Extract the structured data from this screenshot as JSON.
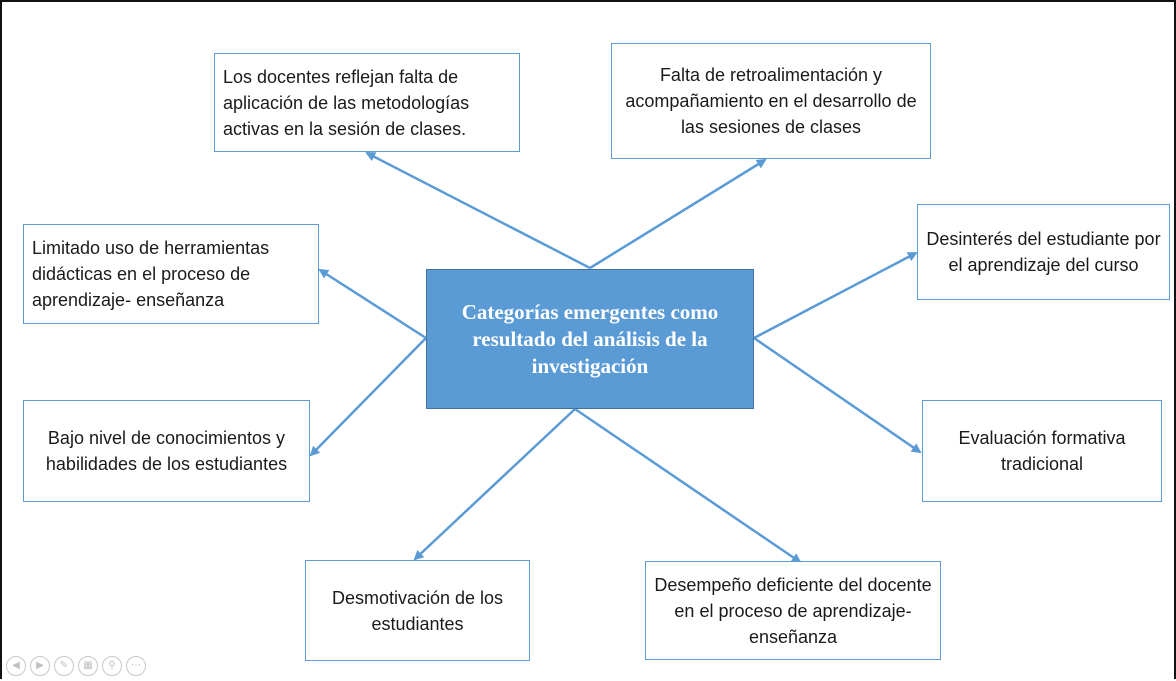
{
  "center": {
    "text": "Categorías emergentes como resultado del análisis de la investigación"
  },
  "categories": [
    {
      "id": "docentes",
      "text": "Los docentes reflejan falta de aplicación de las metodologías activas en la sesión de clases."
    },
    {
      "id": "retroalimentacion",
      "text": "Falta de retroalimentación y acompañamiento en el desarrollo de las sesiones de clases"
    },
    {
      "id": "desinteres",
      "text": "Desinterés del estudiante por el aprendizaje del curso"
    },
    {
      "id": "evaluacion",
      "text": "Evaluación formativa tradicional"
    },
    {
      "id": "desempeno",
      "text": "Desempeño deficiente del docente en el proceso de aprendizaje- enseñanza"
    },
    {
      "id": "desmotivacion",
      "text": "Desmotivación de los estudiantes"
    },
    {
      "id": "bajo-nivel",
      "text": "Bajo nivel de conocimientos y habilidades de los estudiantes"
    },
    {
      "id": "herramientas",
      "text": "Limitado uso de herramientas didácticas en el proceso de aprendizaje- enseñanza"
    }
  ],
  "colors": {
    "accent": "#5b9bd5",
    "border": "#41719c"
  },
  "toolbar": {
    "icons": [
      "prev-icon",
      "next-icon",
      "pen-icon",
      "slides-icon",
      "zoom-icon",
      "more-icon"
    ]
  }
}
